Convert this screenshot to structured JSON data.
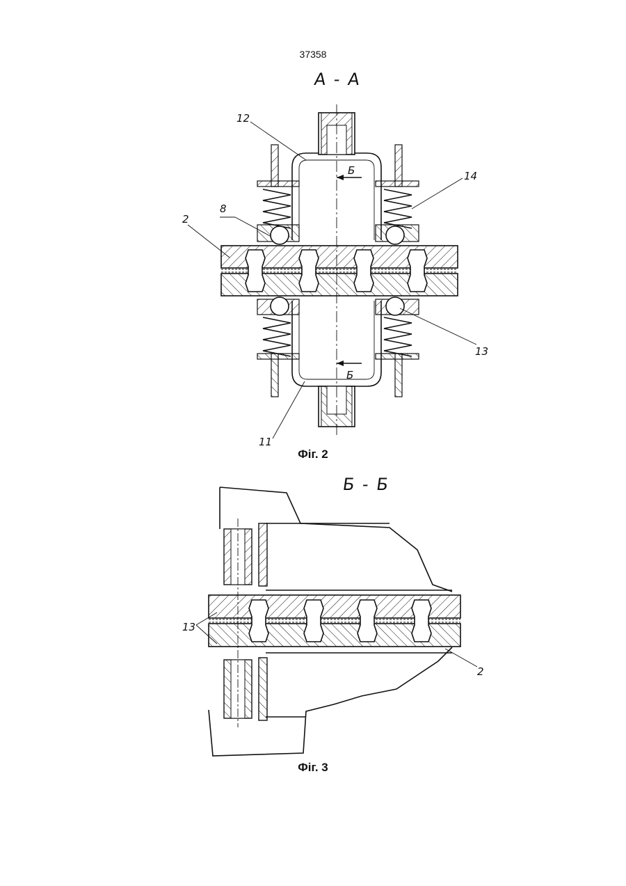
{
  "page": {
    "number": "37358"
  },
  "figures": [
    {
      "section_title": "А - А",
      "caption": "Фіг. 2",
      "callouts": {
        "c12": "12",
        "c14": "14",
        "c8": "8",
        "c2": "2",
        "c13": "13",
        "c11": "11",
        "cut_top": "Б",
        "cut_bottom": "Б"
      }
    },
    {
      "section_title": "Б - Б",
      "caption": "Фіг. 3",
      "callouts": {
        "c13": "13",
        "c2": "2"
      }
    }
  ]
}
